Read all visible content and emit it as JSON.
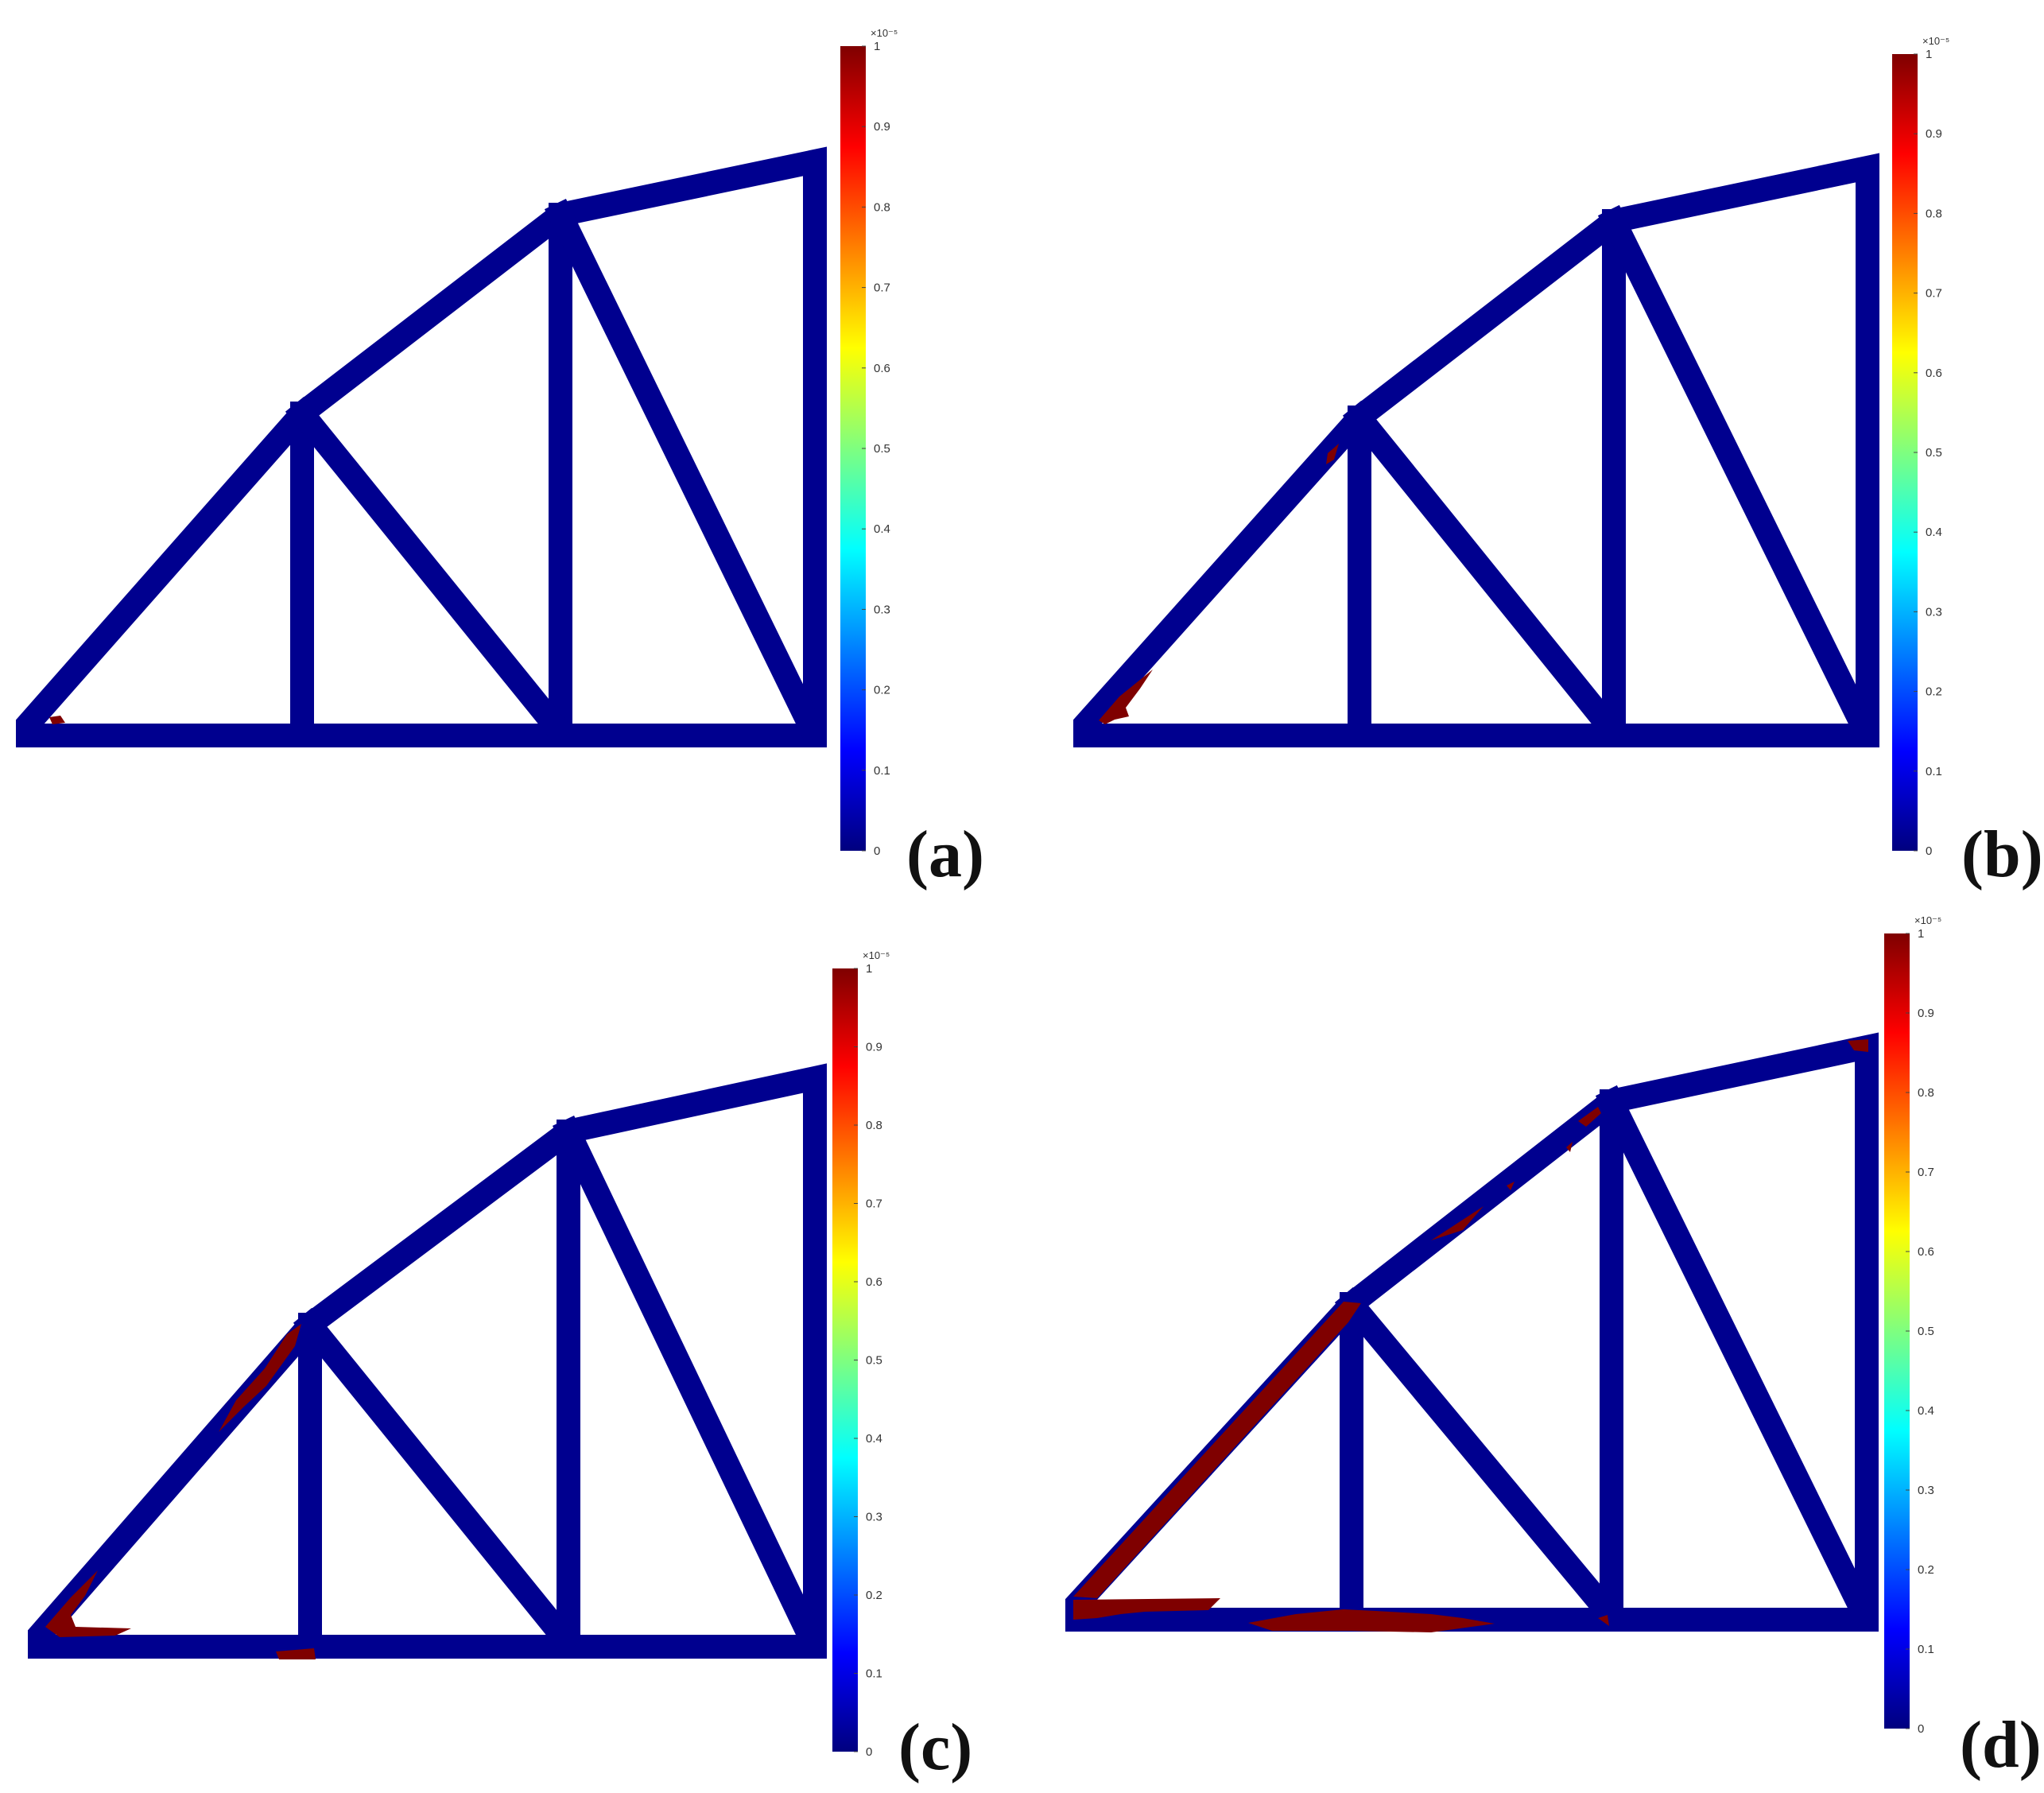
{
  "colormap": {
    "name": "jet",
    "stops": [
      "#00007f",
      "#0000ff",
      "#007fff",
      "#00ffff",
      "#7fff7f",
      "#ffff00",
      "#ff7f00",
      "#ff0000",
      "#7f0000"
    ]
  },
  "colors": {
    "truss": "#00008f",
    "damage": "#7f0000",
    "background": "#ffffff"
  },
  "colorbar": {
    "ticks": [
      "0",
      "0.1",
      "0.2",
      "0.3",
      "0.4",
      "0.5",
      "0.6",
      "0.7",
      "0.8",
      "0.9",
      "1"
    ],
    "exponent": "×10⁻⁵",
    "range": [
      0,
      1
    ]
  },
  "panels": [
    {
      "id": "a",
      "label": "(a)"
    },
    {
      "id": "b",
      "label": "(b)"
    },
    {
      "id": "c",
      "label": "(c)"
    },
    {
      "id": "d",
      "label": "(d)"
    }
  ]
}
